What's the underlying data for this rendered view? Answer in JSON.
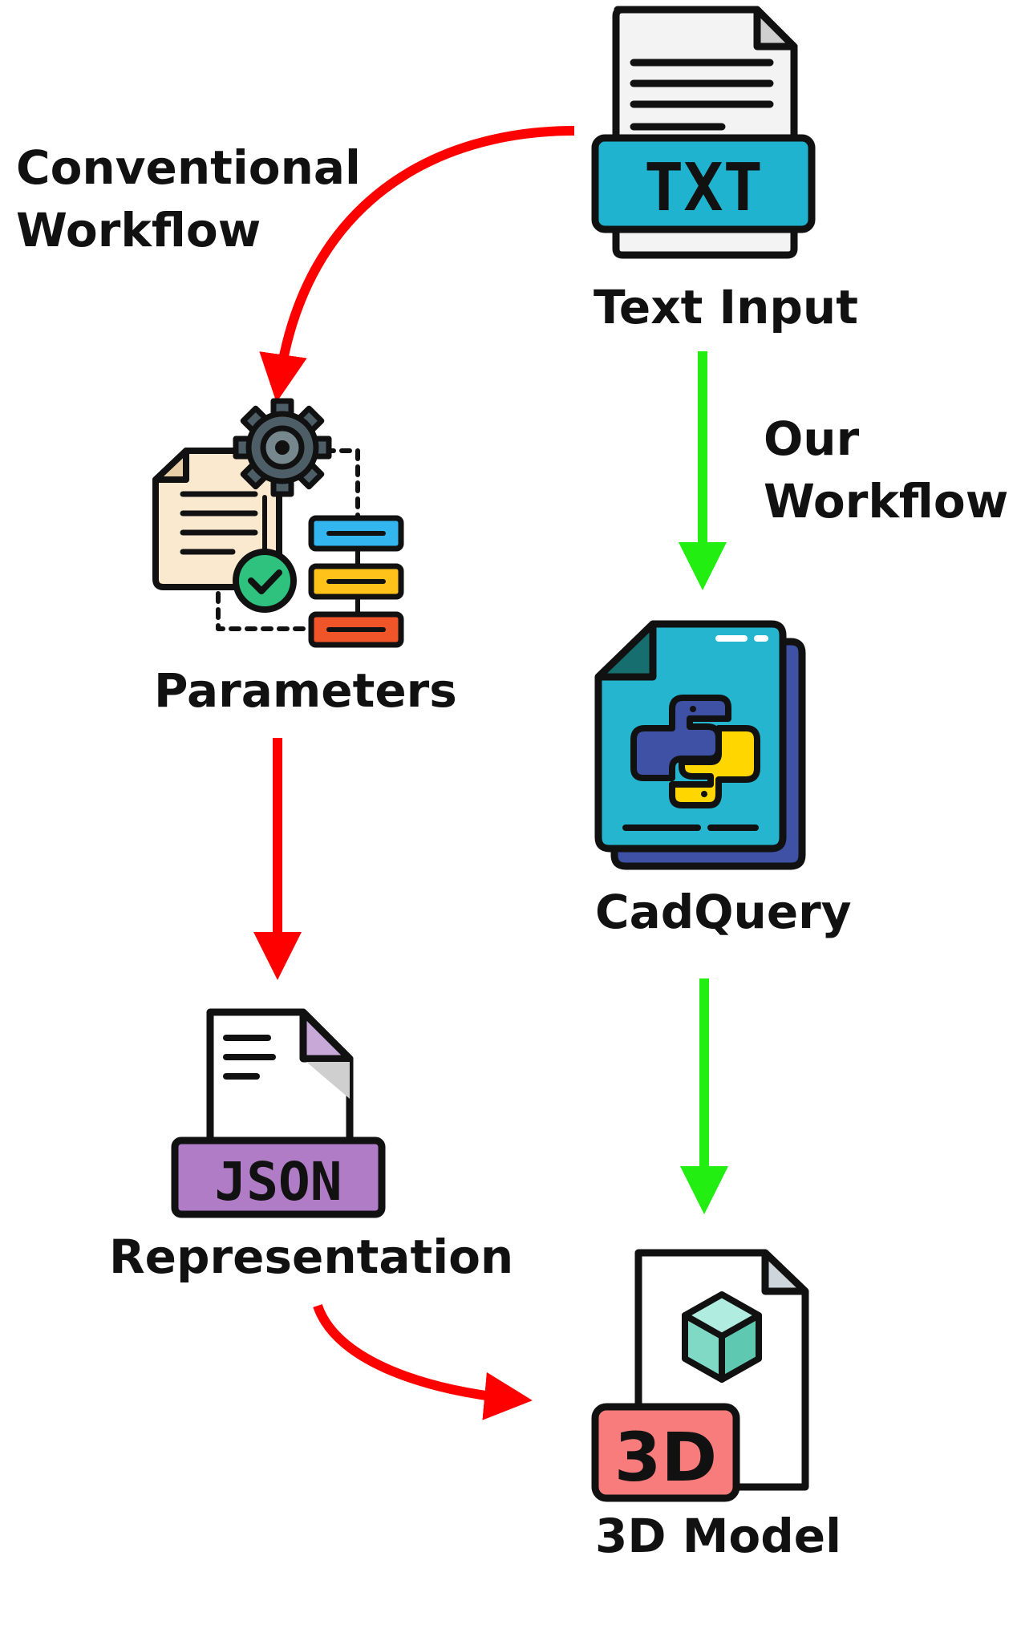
{
  "nodes": {
    "text_input": {
      "label": "Text Input",
      "badge": "TXT"
    },
    "cadquery": {
      "label": "CadQuery"
    },
    "parameters": {
      "label": "Parameters"
    },
    "representation": {
      "label": "Representation",
      "badge": "JSON"
    },
    "model3d": {
      "label": "3D Model",
      "badge": "3D"
    }
  },
  "workflows": {
    "conventional": {
      "line1": "Conventional",
      "line2": "Workflow",
      "color": "#ff0000"
    },
    "ours": {
      "line1": "Our",
      "line2": "Workflow",
      "color": "#00ff00"
    }
  },
  "colors": {
    "txt_band": "#1fb3cf",
    "json_band": "#b07cc6",
    "python_blue": "#3f51a5",
    "python_yellow": "#ffd600",
    "doc_teal": "#26b5cf",
    "cube": "#7fd9c4",
    "badge_3d": "#f87c7c",
    "gear": "#4d5e66",
    "check": "#2ec27e",
    "param_doc": "#fbe9cf",
    "bar_blue": "#33b5f0",
    "bar_yellow": "#ffc21a",
    "bar_red": "#f0552a"
  },
  "icons": [
    "txt-file-icon",
    "python-file-icon",
    "workflow-settings-icon",
    "json-file-icon",
    "3d-model-file-icon"
  ]
}
